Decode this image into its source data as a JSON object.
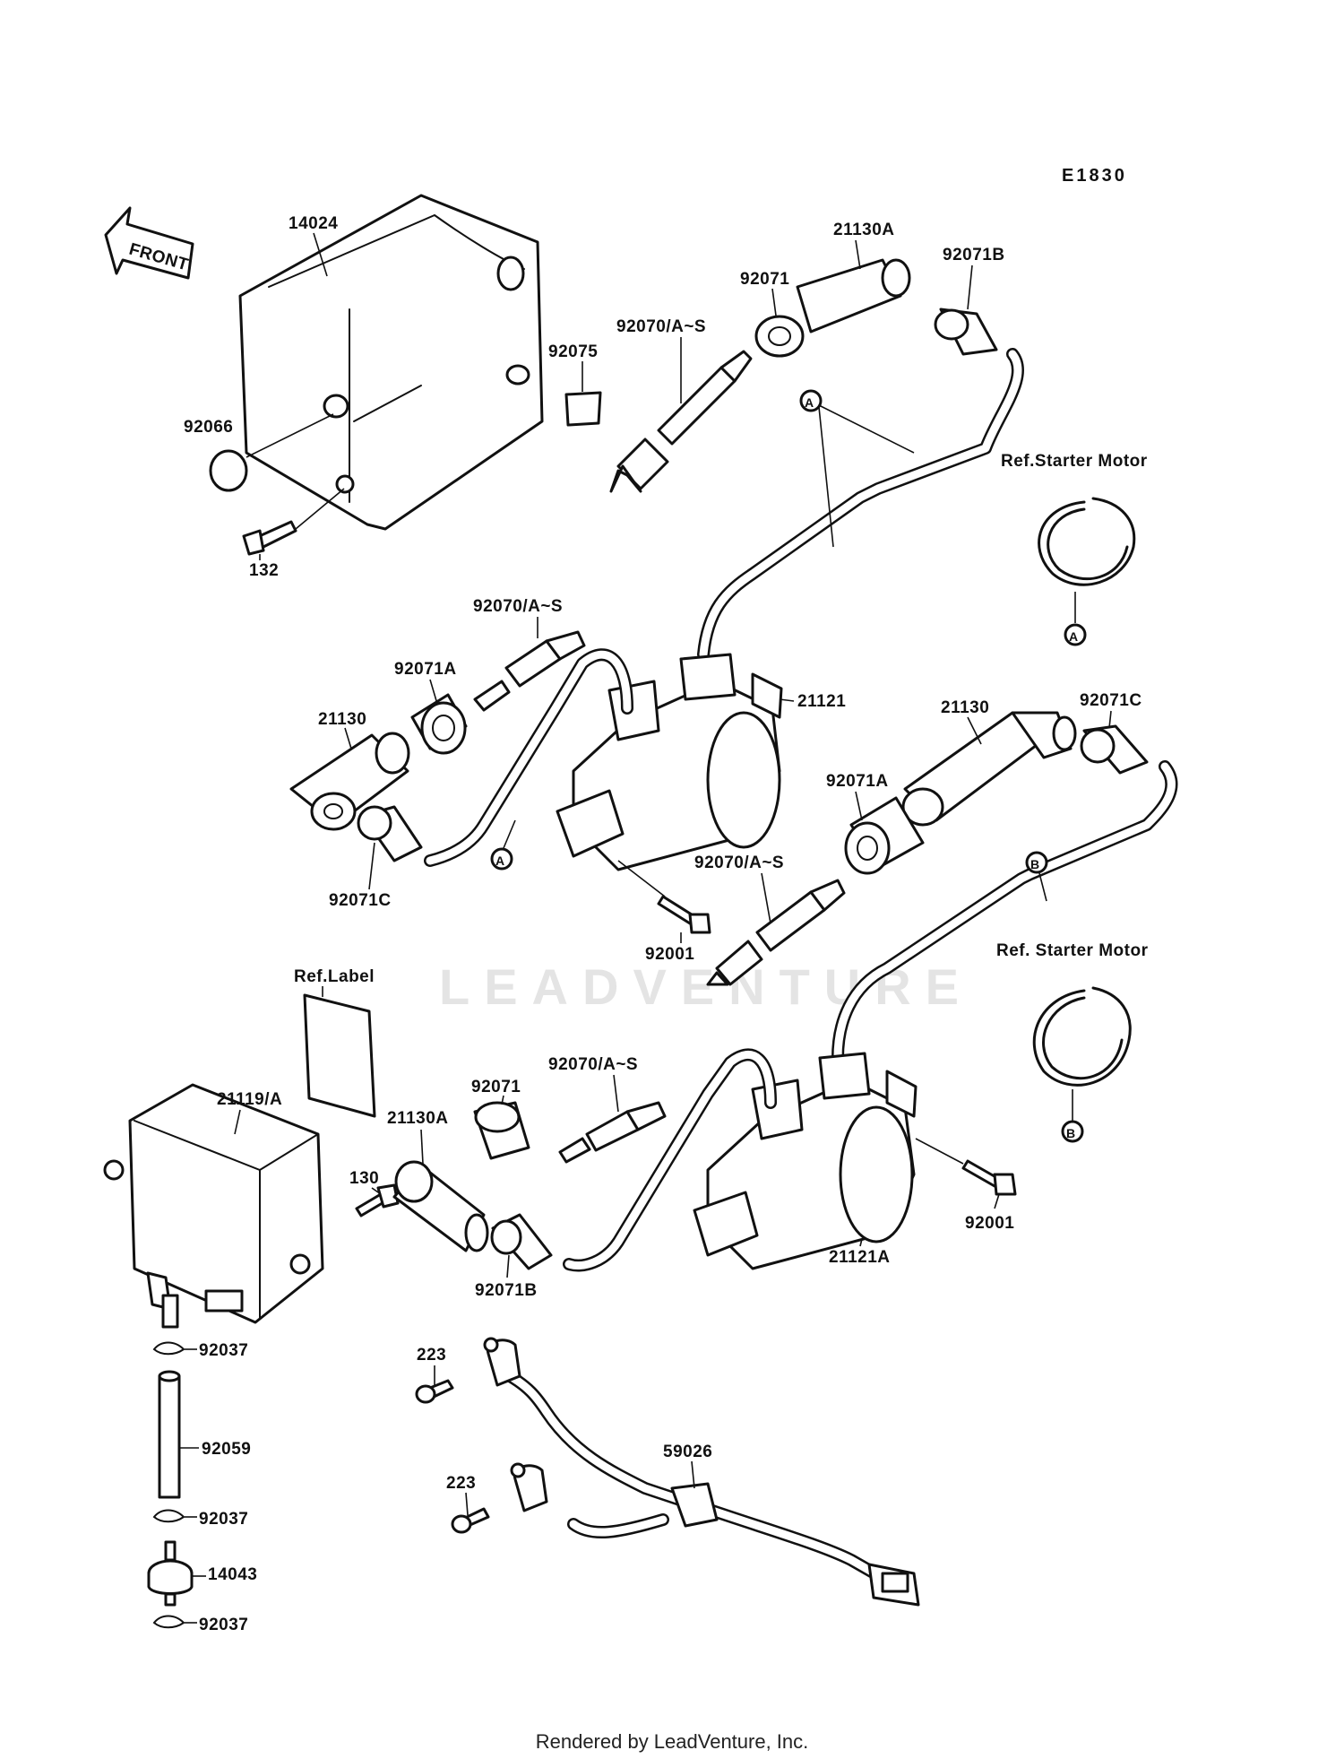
{
  "diagram_code": "E1830",
  "front_label": "FRONT",
  "watermark": "LEADVENTURE",
  "footer": "Rendered by LeadVenture, Inc.",
  "ref_labels": {
    "starter_motor_a": "Ref.Starter Motor",
    "starter_motor_b": "Ref. Starter Motor",
    "label": "Ref.Label"
  },
  "markers": {
    "a": "A",
    "b": "B"
  },
  "parts": {
    "cover": "14024",
    "cap": "92066",
    "bolt_132": "132",
    "pad": "92075",
    "plug_1": "92070/A~S",
    "plug_2": "92070/A~S",
    "plug_3": "92070/A~S",
    "plug_4": "92070/A~S",
    "seal_1": "92071",
    "seal_2": "92071",
    "boot_1": "21130A",
    "boot_2": "21130A",
    "grommet_b1": "92071B",
    "grommet_b2": "92071B",
    "seal_a1": "92071A",
    "seal_a2": "92071A",
    "cap_21130_1": "21130",
    "cap_21130_2": "21130",
    "grommet_c1": "92071C",
    "grommet_c2": "92071C",
    "coil_1": "21121",
    "coil_2": "21121A",
    "screw_1": "92001",
    "screw_2": "92001",
    "igniter": "21119/A",
    "bolt_130": "130",
    "clamp_1": "92037",
    "clamp_2": "92037",
    "clamp_3": "92037",
    "hose": "92059",
    "valve": "14043",
    "screw_223_1": "223",
    "screw_223_2": "223",
    "harness": "59026"
  }
}
